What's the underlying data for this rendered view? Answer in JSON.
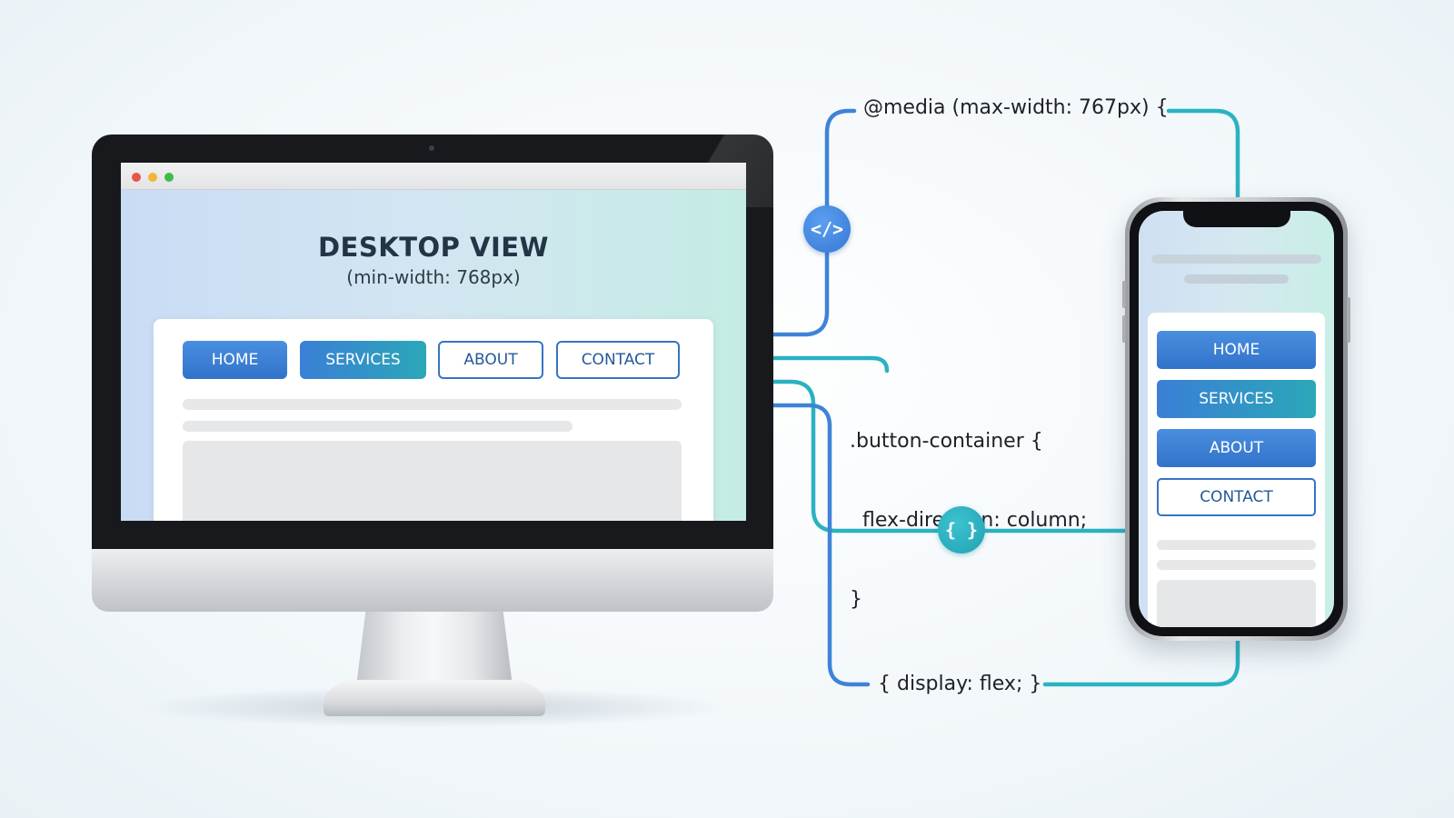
{
  "desktop": {
    "title": "DESKTOP VIEW",
    "subtitle": "(min-width: 768px)",
    "nav": [
      "HOME",
      "SERVICES",
      "ABOUT",
      "CONTACT"
    ]
  },
  "mobile": {
    "nav": [
      "HOME",
      "SERVICES",
      "ABOUT",
      "CONTACT"
    ]
  },
  "code": {
    "media_query": "@media (max-width: 767px) {",
    "selector": ".button-container {",
    "declaration": "  flex-direction: column;",
    "closing": "}",
    "display_rule": "{ display: flex; }"
  },
  "badges": {
    "code_icon": "</>",
    "braces_icon": "{ }"
  },
  "colors": {
    "blue": "#3f83d8",
    "teal": "#2ab2c2",
    "button_blue": "#3173c9",
    "text_dark": "#243447"
  }
}
